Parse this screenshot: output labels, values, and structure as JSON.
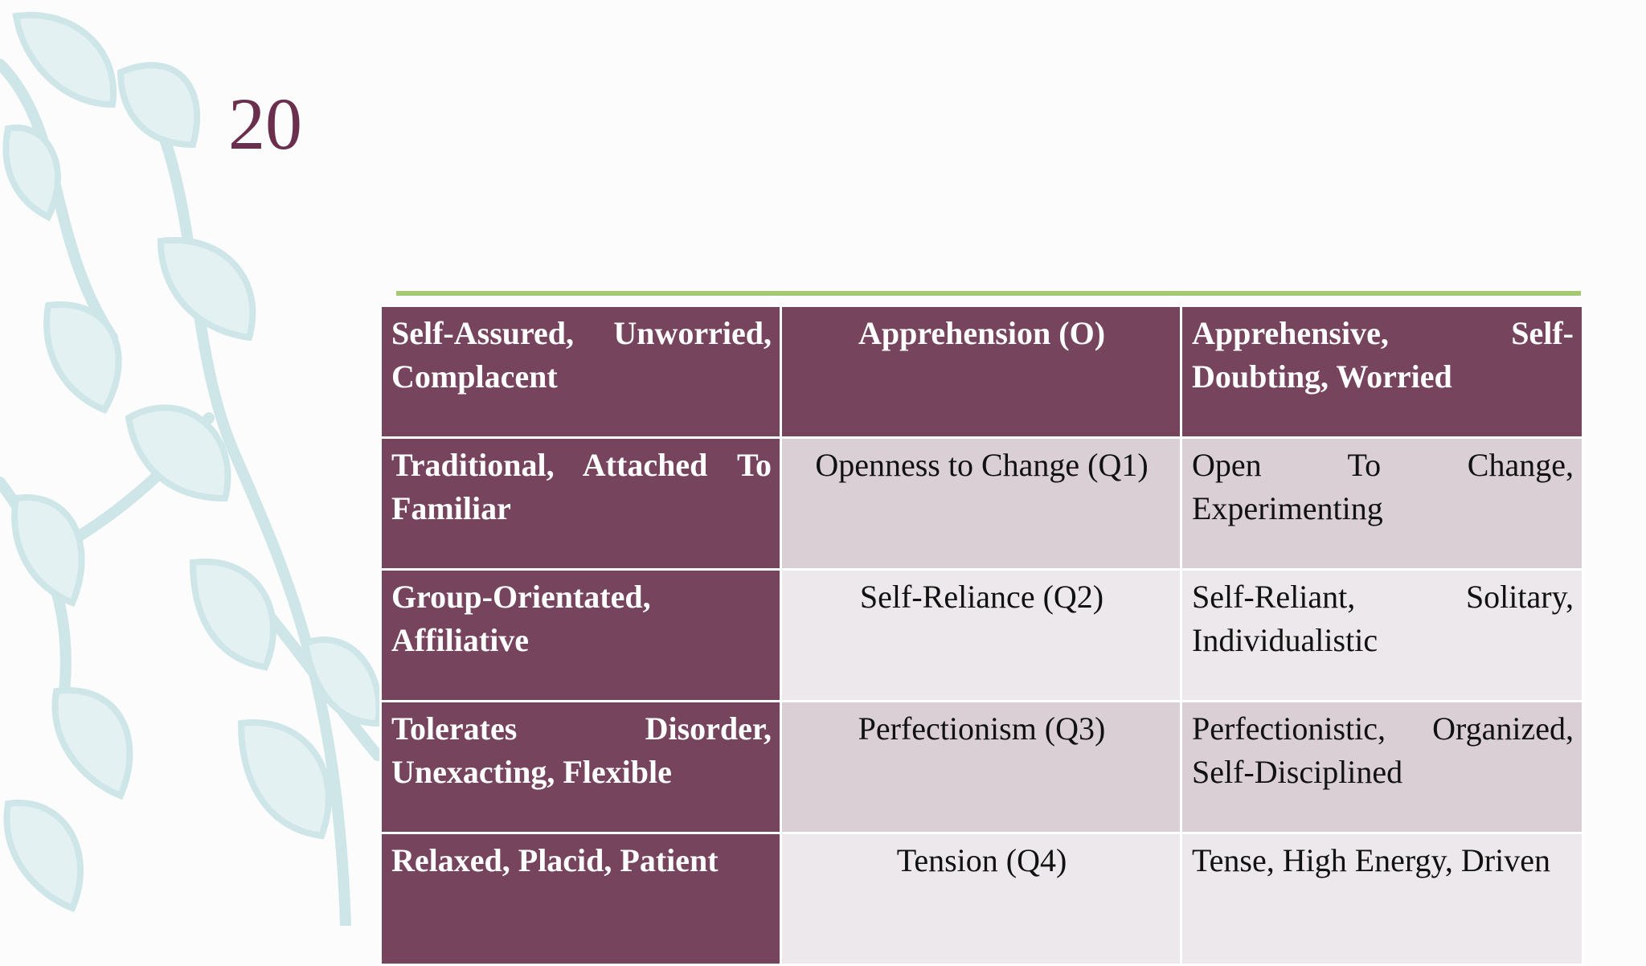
{
  "slide": {
    "number": "20"
  },
  "colors": {
    "accent_line": "#a3c975",
    "header_bg": "#77445d",
    "row_band_dark": "#dacfd5",
    "row_band_light": "#ede8eb",
    "slide_number": "#6a2f4d",
    "decoration": "#cfe6e8"
  },
  "table": {
    "header": {
      "low": "Self-Assured, Unworried, Complacent",
      "factor": "Apprehension (O)",
      "high": "Apprehensive, Self-Doubting, Worried"
    },
    "rows": [
      {
        "low": "Traditional, Attached To Familiar",
        "factor": "Openness to Change (Q1)",
        "high": "Open To Change, Experimenting"
      },
      {
        "low": "Group-Orientated, Affiliative",
        "factor": "Self-Reliance (Q2)",
        "high": "Self-Reliant, Solitary, Individualistic"
      },
      {
        "low": "Tolerates Disorder, Unexacting, Flexible",
        "factor": "Perfectionism (Q3)",
        "high": "Perfectionistic, Organized, Self-Disciplined"
      },
      {
        "low": "Relaxed, Placid, Patient",
        "factor": "Tension (Q4)",
        "high": "Tense, High Energy, Driven"
      }
    ]
  },
  "decoration_icon": "leafy-vine-illustration"
}
